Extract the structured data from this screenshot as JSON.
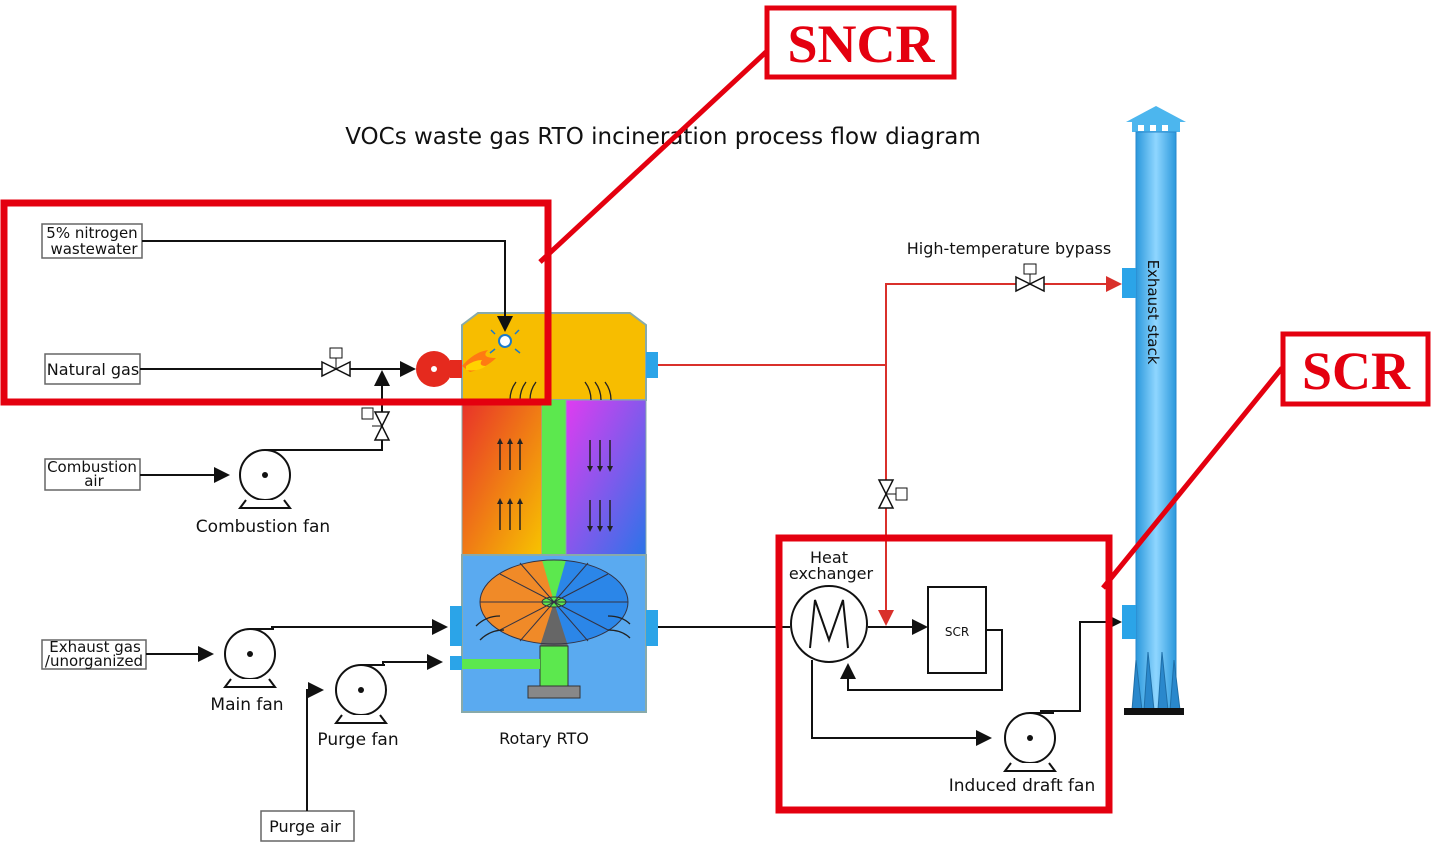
{
  "title": "VOCs waste gas RTO incineration process flow diagram",
  "callouts": {
    "sncr": "SNCR",
    "scr": "SCR"
  },
  "inputs": {
    "nitrogen_wastewater_line1": "5% nitrogen",
    "nitrogen_wastewater_line2": "wastewater",
    "natural_gas": "Natural gas",
    "combustion_air_line1": "Combustion",
    "combustion_air_line2": "air",
    "exhaust_gas_line1": "Exhaust gas",
    "exhaust_gas_line2": "/unorganized",
    "purge_air": "Purge air"
  },
  "equipment": {
    "combustion_fan": "Combustion fan",
    "main_fan": "Main fan",
    "purge_fan": "Purge fan",
    "rotary_rto": "Rotary RTO",
    "bypass": "High-temperature bypass",
    "exhaust_stack": "Exhaust stack",
    "heat_exchanger_line1": "Heat",
    "heat_exchanger_line2": "exchanger",
    "scr_unit": "SCR",
    "induced_draft_fan": "Induced draft fan"
  },
  "colors": {
    "highlight": "#e4000f",
    "hot_pipe": "#d9302b",
    "rto_top": "#f7bd00",
    "rto_bottom": "#5aaaf0",
    "stack": "#4cb6ee"
  }
}
